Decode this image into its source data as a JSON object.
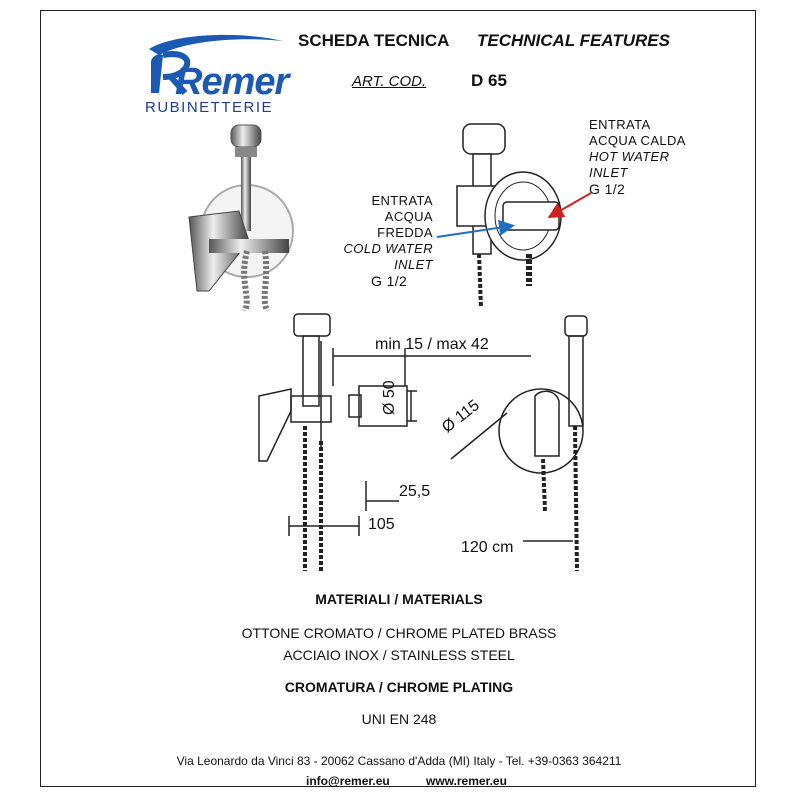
{
  "brand": {
    "logo_word": "Remer",
    "subtitle": "RUBINETTERIE"
  },
  "header": {
    "title_it": "SCHEDA TECNICA",
    "title_en": "TECHNICAL FEATURES",
    "art_label": "ART. COD.",
    "art_code": "D 65"
  },
  "labels": {
    "hot_inlet": [
      "ENTRATA",
      "ACQUA CALDA",
      "HOT WATER",
      "INLET",
      "G 1/2"
    ],
    "cold_inlet": [
      "ENTRATA",
      "ACQUA FREDDA",
      "COLD WATER",
      "INLET",
      "G 1/2"
    ]
  },
  "dimensions": {
    "depth_range": "min 15 / max 42",
    "height": "50",
    "height_symbol": "Ø",
    "offset": "25,5",
    "width": "105",
    "plate_diameter": "Ø 115",
    "hose_length": "120 cm"
  },
  "materials": {
    "title": "MATERIALI / MATERIALS",
    "line1": "OTTONE CROMATO / CHROME PLATED BRASS",
    "line2": "ACCIAIO INOX / STAINLESS STEEL",
    "plating_title": "CROMATURA / CHROME PLATING",
    "standard": "UNI EN 248"
  },
  "footer": {
    "address": "Via Leonardo da Vinci 83 - 20062 Cassano d'Adda (MI) Italy - Tel. +39-0363 364211",
    "email": "info@remer.eu",
    "website": "www.remer.eu"
  },
  "colors": {
    "brand_blue": "#1a5ab3",
    "hot_arrow": "#cc2222",
    "cold_arrow": "#1f6fc2"
  }
}
